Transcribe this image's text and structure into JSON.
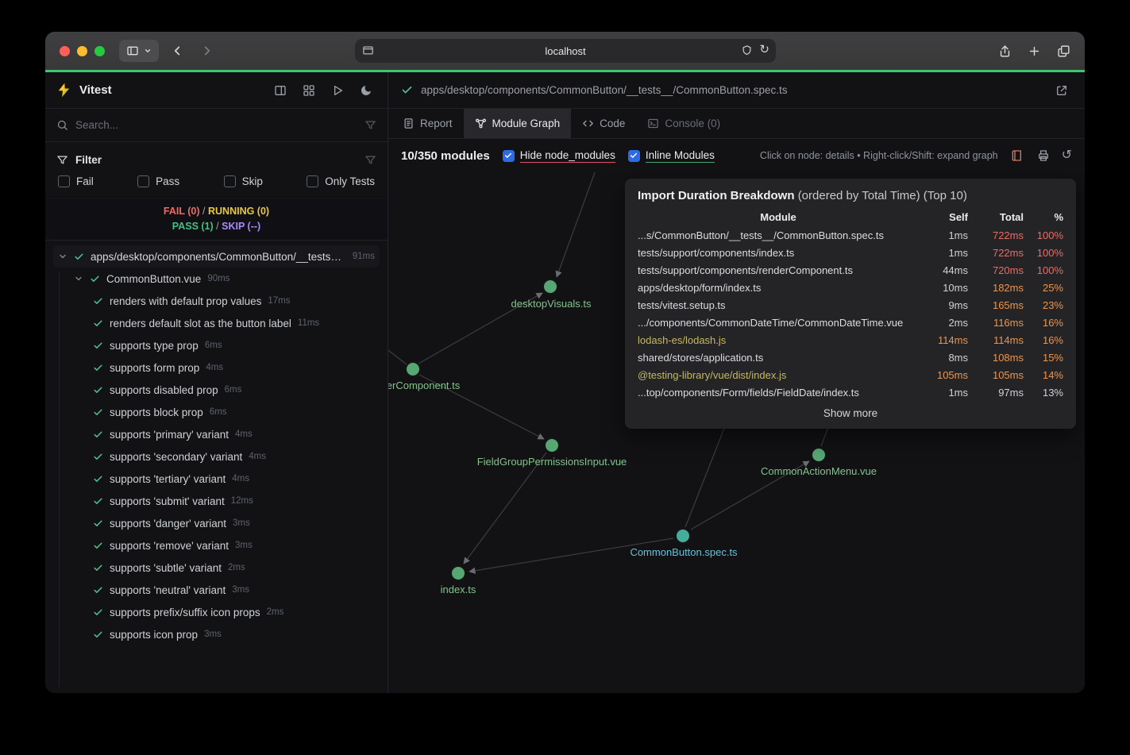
{
  "browser": {
    "url": "localhost",
    "window_controls": [
      "close",
      "minimize",
      "zoom"
    ]
  },
  "colors": {
    "accent_green_line": "#3fc572",
    "pass_green": "#44c081",
    "fail_red": "#f16a65",
    "running_yellow": "#e9c93c",
    "skip_purple": "#a78bfa",
    "hot_red": "#ef6a62",
    "warm_orange": "#ee9549",
    "external_module_yellow": "#c6b95c",
    "node_green": "#57a773",
    "focus_node_teal": "#45ae9b",
    "focus_label_cyan": "#64c3da",
    "checkbox_blue": "#2d6ae3",
    "underline_red": "#e0506a",
    "underline_green": "#49a469"
  },
  "sidebar": {
    "title": "Vitest",
    "search_placeholder": "Search...",
    "filter_label": "Filter",
    "filter_options": [
      {
        "label": "Fail"
      },
      {
        "label": "Pass"
      },
      {
        "label": "Skip"
      },
      {
        "label": "Only Tests"
      }
    ],
    "status": {
      "fail": "FAIL (0)",
      "running": "RUNNING (0)",
      "pass": "PASS (1)",
      "skip": "SKIP (--)",
      "separator": "/"
    },
    "tree": {
      "root": {
        "label": "apps/desktop/components/CommonButton/__tests__/CommonButton.spec.ts",
        "time": "91ms"
      },
      "suite": {
        "label": "CommonButton.vue",
        "time": "90ms"
      },
      "tests": [
        {
          "label": "renders with default prop values",
          "time": "17ms"
        },
        {
          "label": "renders default slot as the button label",
          "time": "11ms"
        },
        {
          "label": "supports type prop",
          "time": "6ms"
        },
        {
          "label": "supports form prop",
          "time": "4ms"
        },
        {
          "label": "supports disabled prop",
          "time": "6ms"
        },
        {
          "label": "supports block prop",
          "time": "6ms"
        },
        {
          "label": "supports 'primary' variant",
          "time": "4ms"
        },
        {
          "label": "supports 'secondary' variant",
          "time": "4ms"
        },
        {
          "label": "supports 'tertiary' variant",
          "time": "4ms"
        },
        {
          "label": "supports 'submit' variant",
          "time": "12ms"
        },
        {
          "label": "supports 'danger' variant",
          "time": "3ms"
        },
        {
          "label": "supports 'remove' variant",
          "time": "3ms"
        },
        {
          "label": "supports 'subtle' variant",
          "time": "2ms"
        },
        {
          "label": "supports 'neutral' variant",
          "time": "3ms"
        },
        {
          "label": "supports prefix/suffix icon props",
          "time": "2ms"
        },
        {
          "label": "supports icon prop",
          "time": "3ms"
        }
      ]
    }
  },
  "main": {
    "file_path": "apps/desktop/components/CommonButton/__tests__/CommonButton.spec.ts",
    "tabs": {
      "report": "Report",
      "module_graph": "Module Graph",
      "code": "Code",
      "console": "Console (0)"
    },
    "graph_toolbar": {
      "modules_count": "10/350 modules",
      "hide_node_modules": "Hide node_modules",
      "inline_modules": "Inline Modules",
      "hint": "Click on node: details • Right-click/Shift: expand graph"
    },
    "graph": {
      "nodes": [
        {
          "label": "desktopVisuals.ts"
        },
        {
          "label": "renderComponent.ts"
        },
        {
          "label": "FieldGroupPermissionsInput.vue"
        },
        {
          "label": "CommonActionMenu.vue"
        },
        {
          "label": "CommonButton.spec.ts"
        },
        {
          "label": "index.ts"
        }
      ]
    },
    "breakdown": {
      "title": "Import Duration Breakdown",
      "subtitle": "(ordered by Total Time) (Top 10)",
      "columns": {
        "module": "Module",
        "self": "Self",
        "total": "Total",
        "pct": "%"
      },
      "rows": [
        {
          "module": "...s/CommonButton/__tests__/CommonButton.spec.ts",
          "self": "1ms",
          "total": "722ms",
          "pct": "100%",
          "module_class": "",
          "self_class": "",
          "value_class": "c-red"
        },
        {
          "module": "tests/support/components/index.ts",
          "self": "1ms",
          "total": "722ms",
          "pct": "100%",
          "module_class": "",
          "self_class": "",
          "value_class": "c-red"
        },
        {
          "module": "tests/support/components/renderComponent.ts",
          "self": "44ms",
          "total": "720ms",
          "pct": "100%",
          "module_class": "",
          "self_class": "",
          "value_class": "c-red"
        },
        {
          "module": "apps/desktop/form/index.ts",
          "self": "10ms",
          "total": "182ms",
          "pct": "25%",
          "module_class": "",
          "self_class": "",
          "value_class": "c-orange"
        },
        {
          "module": "tests/vitest.setup.ts",
          "self": "9ms",
          "total": "165ms",
          "pct": "23%",
          "module_class": "",
          "self_class": "",
          "value_class": "c-orange"
        },
        {
          "module": ".../components/CommonDateTime/CommonDateTime.vue",
          "self": "2ms",
          "total": "116ms",
          "pct": "16%",
          "module_class": "",
          "self_class": "",
          "value_class": "c-orange"
        },
        {
          "module": "lodash-es/lodash.js",
          "self": "114ms",
          "total": "114ms",
          "pct": "16%",
          "module_class": "c-yellow",
          "self_class": "c-orange",
          "value_class": "c-orange"
        },
        {
          "module": "shared/stores/application.ts",
          "self": "8ms",
          "total": "108ms",
          "pct": "15%",
          "module_class": "",
          "self_class": "",
          "value_class": "c-orange"
        },
        {
          "module": "@testing-library/vue/dist/index.js",
          "self": "105ms",
          "total": "105ms",
          "pct": "14%",
          "module_class": "c-yellow",
          "self_class": "c-orange",
          "value_class": "c-orange"
        },
        {
          "module": "...top/components/Form/fields/FieldDate/index.ts",
          "self": "1ms",
          "total": "97ms",
          "pct": "13%",
          "module_class": "",
          "self_class": "",
          "value_class": ""
        }
      ],
      "show_more": "Show more"
    }
  }
}
